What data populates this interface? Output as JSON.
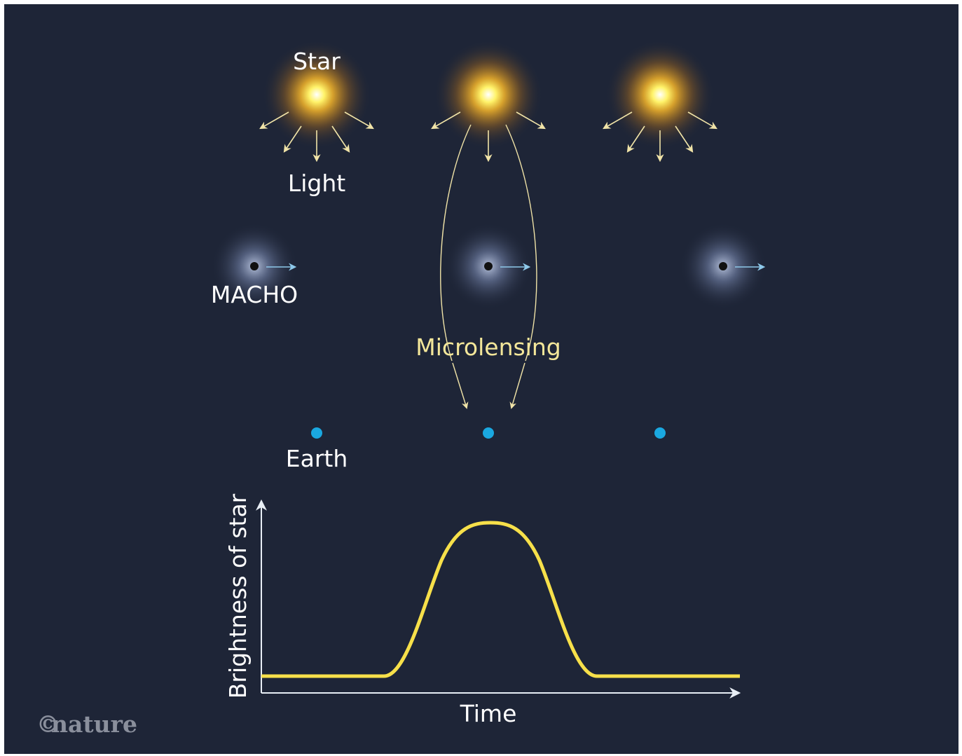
{
  "labels": {
    "star": "Star",
    "light": "Light",
    "macho": "MACHO",
    "microlensing": "Microlensing",
    "earth": "Earth",
    "y_axis": "Brightness of star",
    "x_axis": "Time",
    "credit_symbol": "©",
    "credit_name": "nature"
  },
  "colors": {
    "background": "#1e2537",
    "star_glow": "#f5a623",
    "light_rays": "#f1e4a8",
    "macho_halo": "#8ea0c8",
    "macho_arrow": "#8ec9ea",
    "earth": "#1aa8e0",
    "curve": "#f7e04a",
    "axis": "#e8eef5"
  },
  "panels": 3,
  "brightness_curve": {
    "baseline": 0,
    "peak": 1,
    "peak_time": "middle"
  }
}
